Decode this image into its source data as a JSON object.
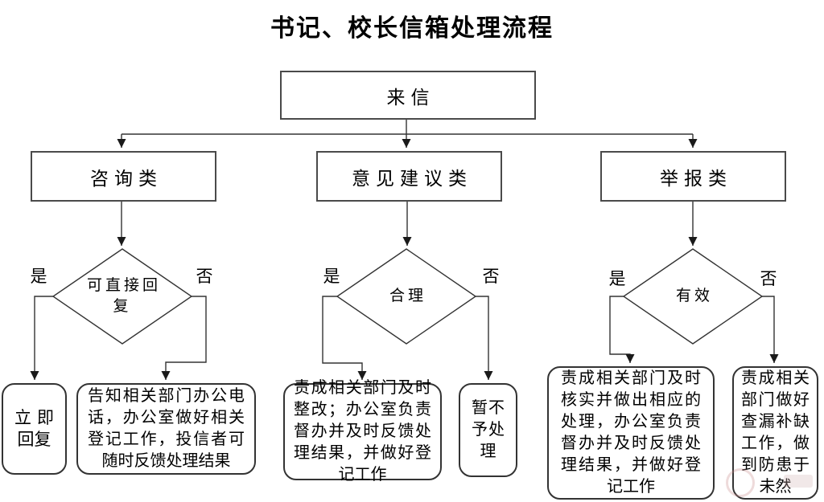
{
  "title": "书记、校长信箱处理流程",
  "colors": {
    "line": "#333333",
    "box_border": "#4a4a4a",
    "text": "#000000",
    "background": "#ffffff"
  },
  "flowchart": {
    "root": {
      "label": "来信"
    },
    "branches": [
      {
        "category": "咨询类",
        "decision": "可直接回复",
        "yes_label": "是",
        "no_label": "否",
        "yes_result": "立即回复",
        "no_result": "告知相关部门办公电话，办公室做好相关登记工作，投信者可随时反馈处理结果"
      },
      {
        "category": "意见建议类",
        "decision": "合理",
        "yes_label": "是",
        "no_label": "否",
        "yes_result": "责成相关部门及时整改；办公室负责督办并及时反馈处理结果，并做好登记工作",
        "no_result": "暂不予处理"
      },
      {
        "category": "举报类",
        "decision": "有效",
        "yes_label": "是",
        "no_label": "否",
        "yes_result": "责成相关部门及时核实并做出相应的处理，办公室负责督办并及时反馈处理结果，并做好登记工作",
        "no_result": "责成相关部门做好查漏补缺工作，做到防患于未然"
      }
    ]
  }
}
